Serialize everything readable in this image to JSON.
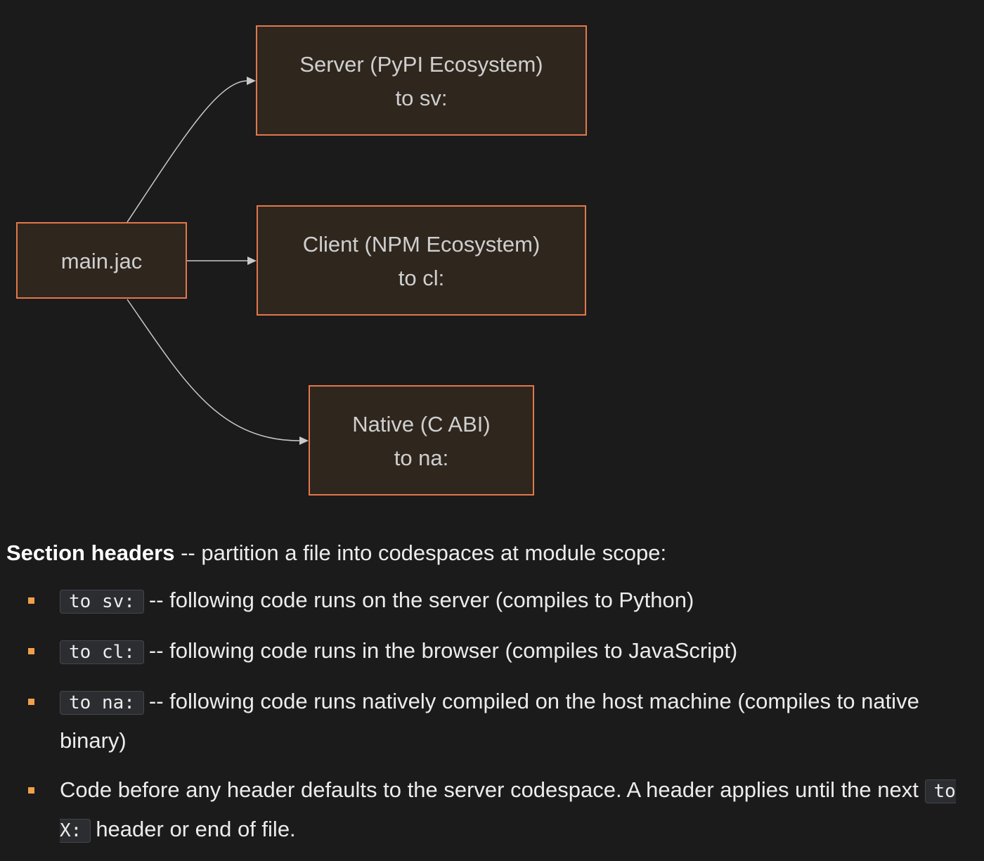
{
  "diagram": {
    "source": {
      "label": "main.jac"
    },
    "targets": [
      {
        "title": "Server (PyPI Ecosystem)",
        "subtitle": "to sv:"
      },
      {
        "title": "Client (NPM Ecosystem)",
        "subtitle": "to cl:"
      },
      {
        "title": "Native (C ABI)",
        "subtitle": "to na:"
      }
    ],
    "colors": {
      "node_fill": "#2f261e",
      "node_border": "#e2784a",
      "edge": "#c9c9c9",
      "bullet": "#f0a04b"
    }
  },
  "text": {
    "intro_bold": "Section headers",
    "intro_rest": " -- partition a file into codespaces at module scope:",
    "items": [
      {
        "code": "to sv:",
        "text": "-- following code runs on the server (compiles to Python)"
      },
      {
        "code": "to cl:",
        "text": "-- following code runs in the browser (compiles to JavaScript)"
      },
      {
        "code": "to na:",
        "text": "-- following code runs natively compiled on the host machine (compiles to native binary)"
      },
      {
        "text_before": "Code before any header defaults to the server codespace. A header applies until the next ",
        "code": "to X:",
        "text_after": "header or end of file."
      }
    ]
  }
}
